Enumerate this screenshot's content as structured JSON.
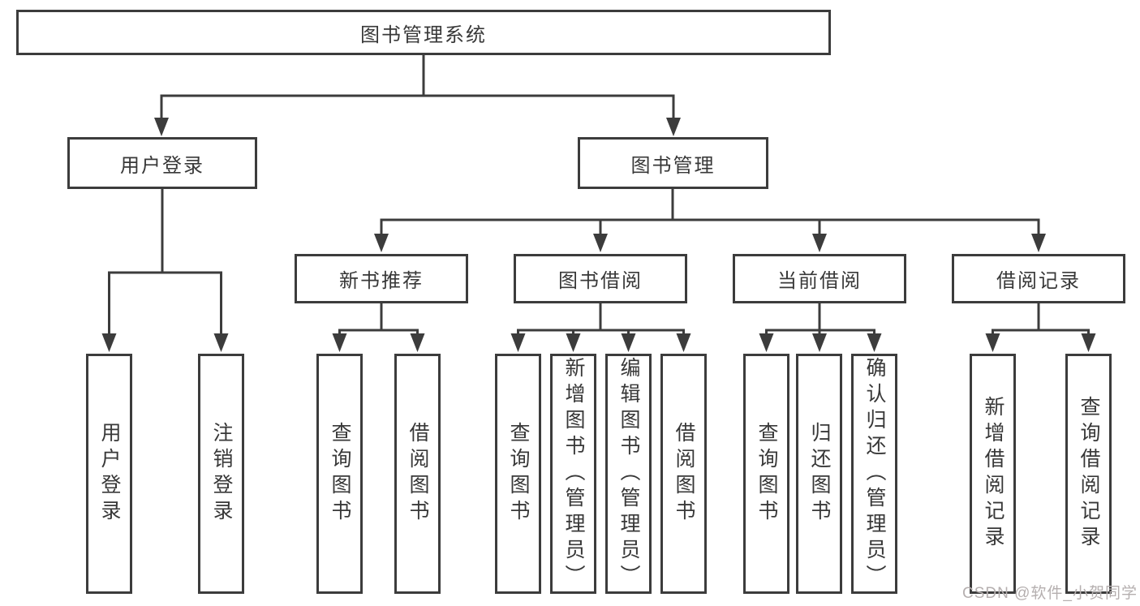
{
  "diagram_type": "hierarchy-tree",
  "nodes": {
    "root": "图书管理系统",
    "user_login": "用户登录",
    "book_management": "图书管理",
    "new_book_recommend": "新书推荐",
    "book_borrowing": "图书借阅",
    "current_borrowing": "当前借阅",
    "borrowing_records": "借阅记录",
    "leaf_user_login": "用户登录",
    "leaf_logout": "注销登录",
    "recommend_query_books": "查询图书",
    "recommend_borrow_books": "借阅图书",
    "borrowing_query_books": "查询图书",
    "borrowing_add_books": "新增图书（管理员）",
    "borrowing_edit_books": "编辑图书（管理员）",
    "borrowing_borrow_books": "借阅图书",
    "current_query_books": "查询图书",
    "current_return_books": "归还图书",
    "current_confirm_return": "确认归还（管理员）",
    "records_add_record": "新增借阅记录",
    "records_query_record": "查询借阅记录"
  },
  "hierarchy": {
    "root": "图书管理系统",
    "children": [
      {
        "label": "用户登录",
        "children": [
          "用户登录",
          "注销登录"
        ]
      },
      {
        "label": "图书管理",
        "children": [
          {
            "label": "新书推荐",
            "children": [
              "查询图书",
              "借阅图书"
            ]
          },
          {
            "label": "图书借阅",
            "children": [
              "查询图书",
              "新增图书（管理员）",
              "编辑图书（管理员）",
              "借阅图书"
            ]
          },
          {
            "label": "当前借阅",
            "children": [
              "查询图书",
              "归还图书",
              "确认归还（管理员）"
            ]
          },
          {
            "label": "借阅记录",
            "children": [
              "新增借阅记录",
              "查询借阅记录"
            ]
          }
        ]
      }
    ]
  },
  "watermark": {
    "text": "CSDN @软件_小贺同学",
    "color": "#b5afaf"
  },
  "colors": {
    "line": "#3c3c3c",
    "box_border": "#3c3c3c",
    "box_background": "#ffffff",
    "text": "#383838",
    "page_background": "#ffffff"
  }
}
